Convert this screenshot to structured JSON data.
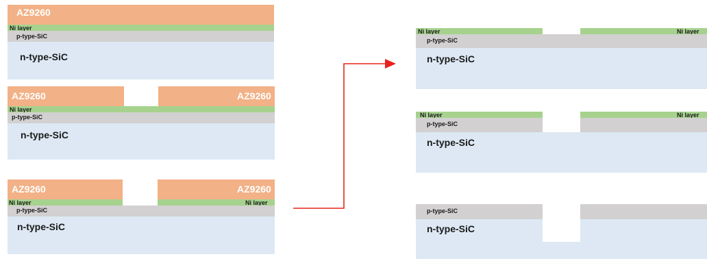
{
  "labels": {
    "resist": "AZ9260",
    "ni": "Ni layer",
    "p_sic": "p-type-SiC",
    "n_sic": "n-type-SiC"
  },
  "colors": {
    "resist": "#f2b186",
    "ni": "#a6d28e",
    "p_sic": "#d2d0d0",
    "n_sic": "#dde8f4",
    "arrow": "#e8231c"
  },
  "steps": [
    {
      "id": "step-1",
      "layers": [
        "AZ9260",
        "Ni layer",
        "p-type-SiC",
        "n-type-SiC"
      ],
      "opening": false
    },
    {
      "id": "step-2",
      "layers": [
        "AZ9260",
        "Ni layer",
        "p-type-SiC",
        "n-type-SiC"
      ],
      "opening": "AZ9260"
    },
    {
      "id": "step-3",
      "layers": [
        "AZ9260",
        "Ni layer",
        "p-type-SiC",
        "n-type-SiC"
      ],
      "opening": "AZ9260, Ni layer"
    },
    {
      "id": "step-4",
      "layers": [
        "Ni layer",
        "p-type-SiC",
        "n-type-SiC"
      ],
      "opening": "Ni layer"
    },
    {
      "id": "step-5",
      "layers": [
        "Ni layer",
        "p-type-SiC",
        "n-type-SiC"
      ],
      "opening": "Ni layer, p-type-SiC"
    },
    {
      "id": "step-6",
      "layers": [
        "p-type-SiC",
        "n-type-SiC"
      ],
      "opening": "p-type-SiC, n-type-SiC"
    }
  ]
}
